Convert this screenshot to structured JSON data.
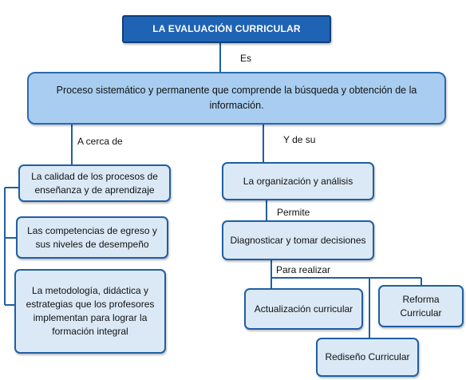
{
  "title": "LA EVALUACIÓN CURRICULAR",
  "connectors": {
    "es": "Es",
    "a_cerca_de": "A cerca de",
    "y_de_su": "Y de su",
    "permite": "Permite",
    "para_realizar": "Para realizar"
  },
  "main": "Proceso sistemático y permanente que comprende la búsqueda y obtención de la información.",
  "left_branch": [
    "La calidad de los procesos de enseñanza y de aprendizaje",
    "Las competencias de egreso y sus niveles de desempeño",
    "La metodología, didáctica y estrategias que los profesores implementan para lograr la formación integral"
  ],
  "right_branch": {
    "organizacion": "La organización y análisis",
    "diagnosticar": "Diagnosticar y tomar decisiones",
    "actualizacion": "Actualización curricular",
    "rediseno": "Rediseño Curricular",
    "reforma": "Reforma Curricular"
  },
  "colors": {
    "title_fill": "#1f63b5",
    "main_fill": "#a8cdf0",
    "box_fill": "#dbe9f6",
    "line": "#1f5fa3"
  }
}
